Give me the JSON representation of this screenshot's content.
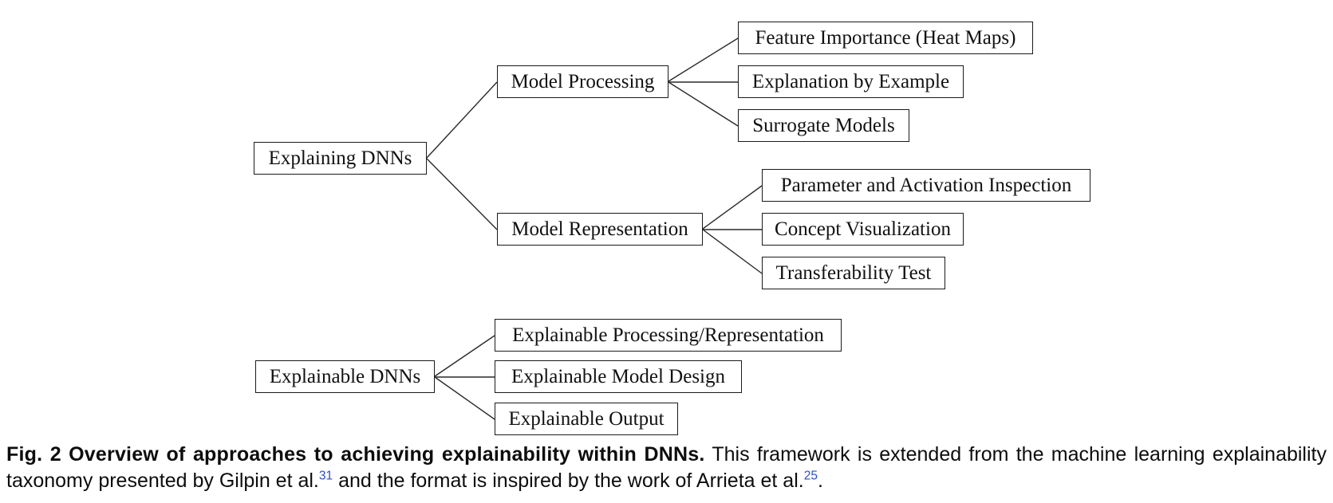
{
  "colors": {
    "background": "#ffffff",
    "box_border": "#1a1a1a",
    "text": "#111111",
    "citation_link": "#2a52be"
  },
  "diagram": {
    "trees": [
      {
        "root": "Explaining DNNs",
        "children": [
          {
            "label": "Model Processing",
            "children": [
              "Feature Importance (Heat Maps)",
              "Explanation by Example",
              "Surrogate Models"
            ]
          },
          {
            "label": "Model Representation",
            "children": [
              "Parameter and Activation Inspection",
              "Concept Visualization",
              "Transferability Test"
            ]
          }
        ]
      },
      {
        "root": "Explainable DNNs",
        "children": [
          "Explainable Processing/Representation",
          "Explainable Model Design",
          "Explainable Output"
        ]
      }
    ]
  },
  "caption": {
    "figure_label": "Fig. 2",
    "title": "Overview of approaches to achieving explainability within DNNs.",
    "text_part1": "This framework is extended from the machine learning explainability taxonomy presented by Gilpin et al.",
    "citation_1": "31",
    "text_part2": " and the format is inspired by the work of Arrieta et al.",
    "citation_2": "25",
    "text_end": "."
  }
}
